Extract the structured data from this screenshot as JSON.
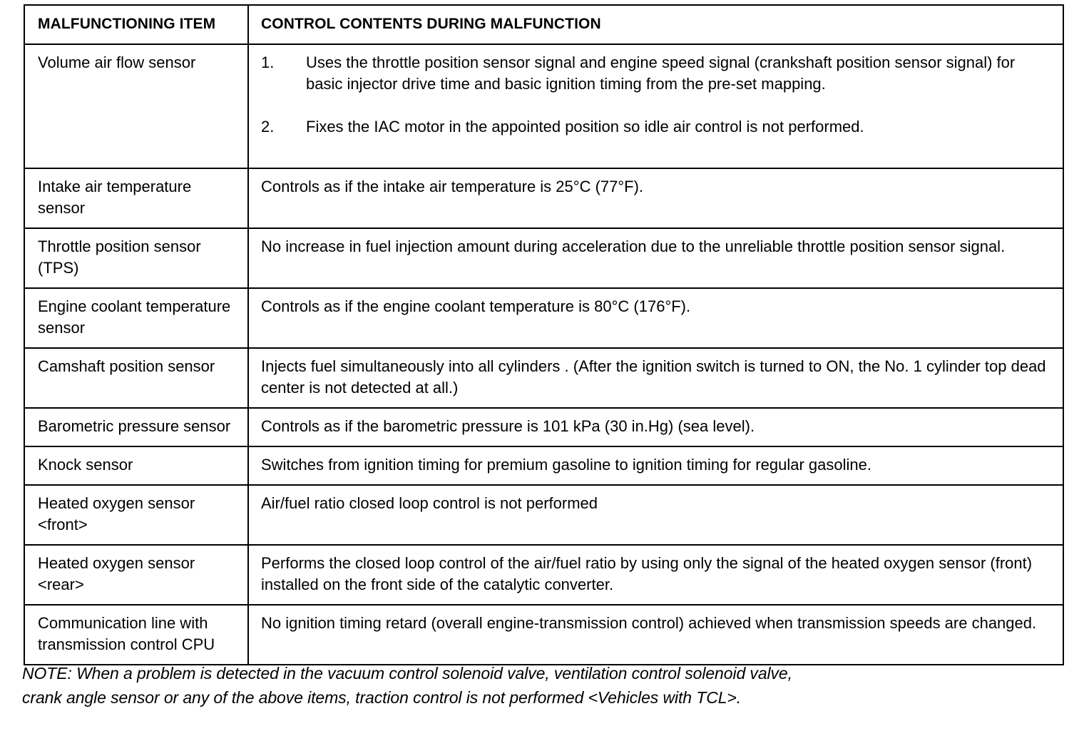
{
  "table": {
    "headers": {
      "item": "MALFUNCTIONING ITEM",
      "contents": "CONTROL CONTENTS DURING MALFUNCTION"
    },
    "rows": [
      {
        "item": "Volume air flow sensor",
        "list": [
          {
            "num": "1.",
            "text": "Uses the throttle position sensor signal and engine speed signal (crankshaft position sensor signal) for basic injector drive time and basic ignition timing from the pre-set mapping."
          },
          {
            "num": "2.",
            "text": "Fixes the IAC motor in the appointed position so idle air control is not performed."
          }
        ]
      },
      {
        "item": "Intake air temperature sensor",
        "contents": "Controls as if the intake air temperature is 25°C (77°F)."
      },
      {
        "item": "Throttle position sensor (TPS)",
        "contents": "No increase in fuel injection amount during acceleration due to the unreliable throttle position sensor signal."
      },
      {
        "item": "Engine coolant temperature sensor",
        "contents": "Controls as if the engine coolant temperature is 80°C (176°F)."
      },
      {
        "item": "Camshaft position sensor",
        "contents": "Injects fuel simultaneously into all cylinders . (After the ignition switch is turned to ON, the No. 1 cylinder top dead center is not detected at all.)"
      },
      {
        "item": "Barometric pressure sensor",
        "contents": "Controls as if the barometric pressure is 101 kPa (30 in.Hg) (sea level)."
      },
      {
        "item": "Knock sensor",
        "contents": "Switches from ignition timing for premium gasoline to ignition timing for regular gasoline."
      },
      {
        "item": "Heated oxygen sensor <front>",
        "contents": "Air/fuel ratio closed loop control is not performed"
      },
      {
        "item": "Heated oxygen sensor <rear>",
        "contents": "Performs the closed loop control of the air/fuel ratio by using only the signal of the heated oxygen sensor (front) installed on the front side of the catalytic converter."
      },
      {
        "item": "Communication line with transmission control CPU",
        "contents": "No ignition timing retard (overall engine-transmission control) achieved when transmission speeds are changed."
      }
    ]
  },
  "note": {
    "line1": "NOTE: When a problem is detected in the vacuum control solenoid valve, ventilation control solenoid valve,",
    "line2": "crank angle sensor or any of the above items, traction control is not performed <Vehicles with TCL>."
  },
  "colors": {
    "text": "#000000",
    "background": "#ffffff",
    "border": "#000000"
  }
}
